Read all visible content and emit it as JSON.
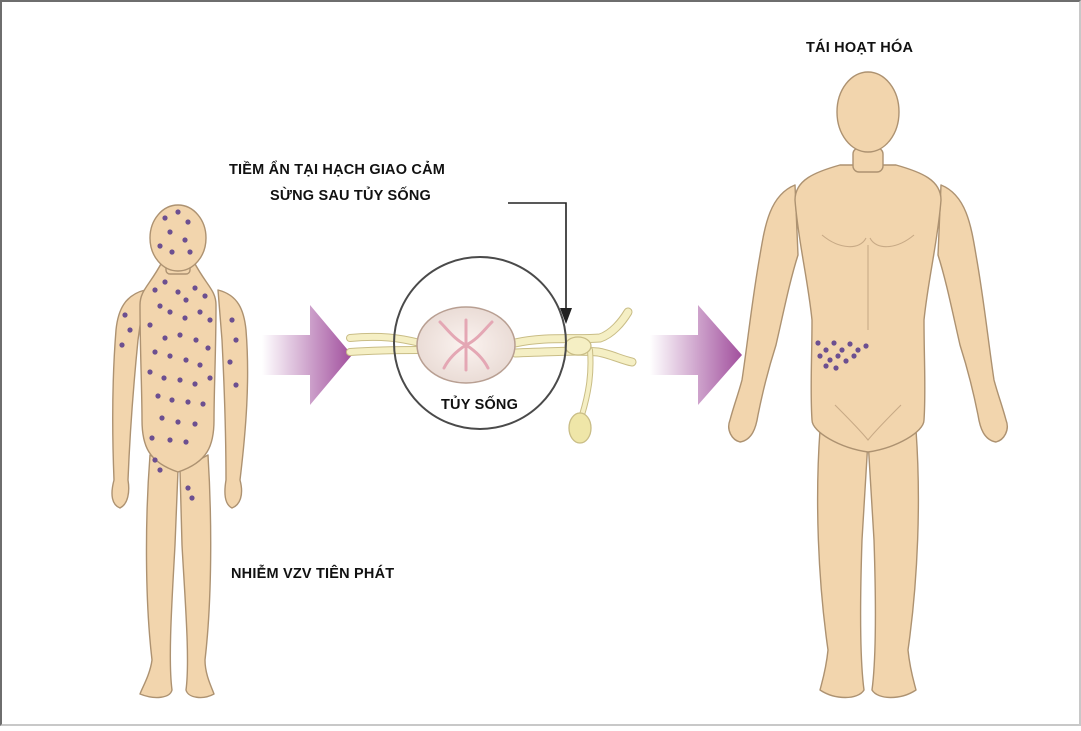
{
  "labels": {
    "reactivation": "TÁI HOẠT HÓA",
    "latent_line1": "TIỀM ẨN TẠI HẠCH GIAO CẢM",
    "latent_line2": "SỪNG SAU TỦY SỐNG",
    "spinal_cord": "TỦY SỐNG",
    "primary_infection": "NHIỄM VZV TIÊN PHÁT"
  },
  "colors": {
    "skin": "#f2d5ad",
    "skin_outline": "#ad9271",
    "lesion": "#6c4f90",
    "arrow_start": "#ffffff",
    "arrow_end": "#a14f9d",
    "nerve": "#f5efc4"
  }
}
